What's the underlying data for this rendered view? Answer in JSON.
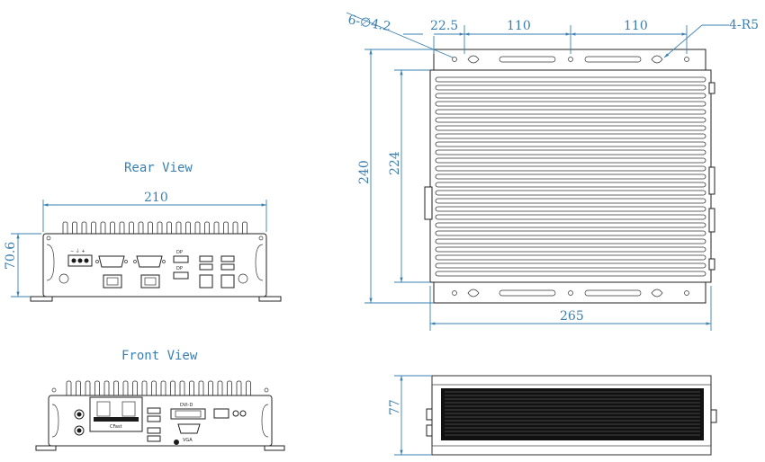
{
  "labels": {
    "hole_spec": "6-∅4.2",
    "radius_spec": "4-R5",
    "rear_view": "Rear View",
    "front_view": "Front View"
  },
  "dimensions": {
    "top_offset": "22.5",
    "top_span_1": "110",
    "top_span_2": "110",
    "height_outer": "240",
    "height_inner": "224",
    "width_top_view": "265",
    "rear_width": "210",
    "rear_height": "70.6",
    "side_height": "77"
  },
  "port_labels": {
    "dp_1": "DP",
    "dp_2": "DP",
    "dvi": "DVI-D",
    "vga": "VGA",
    "cfast": "CFast"
  },
  "colors": {
    "dimension": "#3a7fb0",
    "outline": "#222222"
  }
}
